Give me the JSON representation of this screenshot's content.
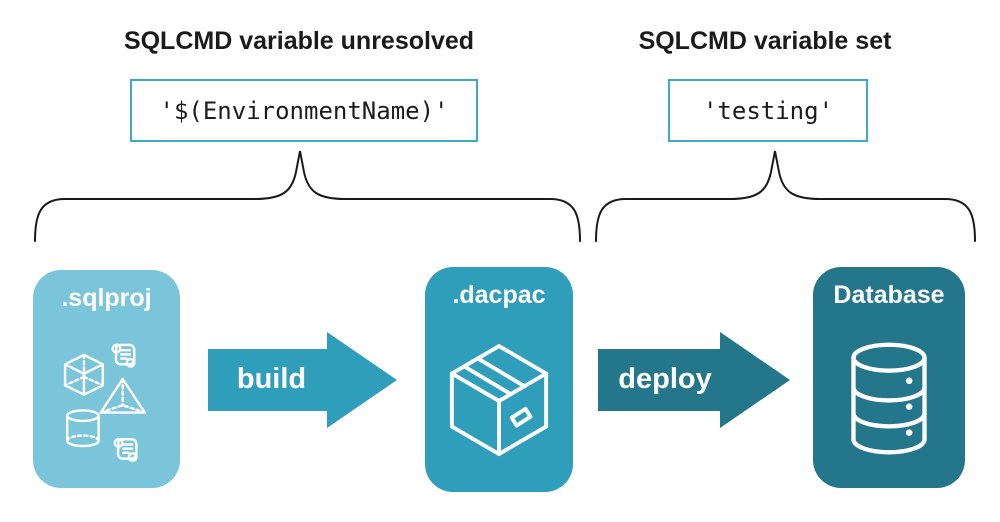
{
  "annotations": [
    {
      "title": "SQLCMD variable unresolved",
      "code": "'$(EnvironmentName)'"
    },
    {
      "title": "SQLCMD variable set",
      "code": "'testing'"
    }
  ],
  "pipeline": {
    "nodes": [
      {
        "label": ".sqlproj",
        "icon": "sql-objects-icon",
        "fill": "#7BC5DA"
      },
      {
        "label": ".dacpac",
        "icon": "package-icon",
        "fill": "#2E9EBB"
      },
      {
        "label": "Database",
        "icon": "database-icon",
        "fill": "#24768A"
      }
    ],
    "arrows": [
      {
        "label": "build",
        "fill": "#2E9EBB"
      },
      {
        "label": "deploy",
        "fill": "#24768A"
      }
    ]
  },
  "colors": {
    "background": "#ffffff",
    "code_box_border": "#3EA9CA",
    "heading_text": "#1b1b1b",
    "code_text": "#1c1c1c",
    "brace_stroke": "#1a1a1a",
    "icon_stroke": "#ffffff"
  }
}
